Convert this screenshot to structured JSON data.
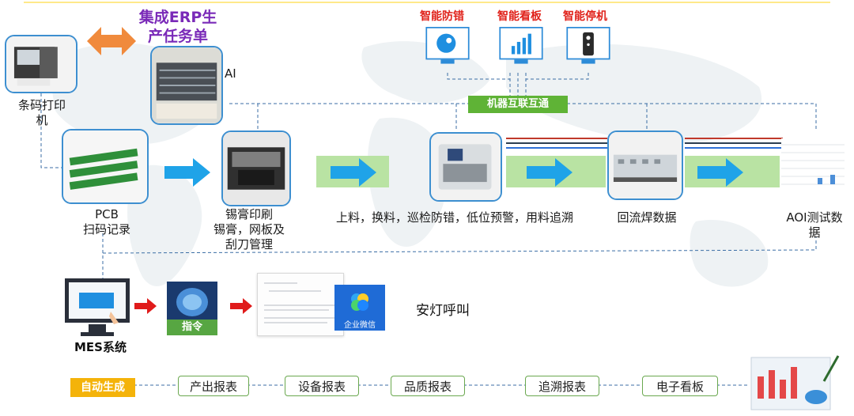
{
  "erp": {
    "title_line1": "集成ERP生",
    "title_line2": "产任务单"
  },
  "ai_label": "AI",
  "smart": {
    "anti_error": "智能防错",
    "dashboard": "智能看板",
    "stop": "智能停机"
  },
  "machine_link": "机器互联互通",
  "stations": {
    "printer": {
      "line1": "条码打印",
      "line2": "机"
    },
    "pcb": {
      "line1": "PCB",
      "line2": "扫码记录"
    },
    "solder": {
      "line1": "锡膏印刷",
      "line2": "锡膏，网板及",
      "line3": "刮刀管理"
    },
    "feeding": "上料，换料，巡检防错，低位预警，用料追溯",
    "reflow": "回流焊数据",
    "aoi": {
      "line1": "AOI测试数",
      "line2": "据"
    }
  },
  "mes": {
    "label": "MES系统",
    "command": "指令",
    "wechat": "企业微信",
    "andon": "安灯呼叫"
  },
  "reports": {
    "auto": "自动生成",
    "output": "产出报表",
    "equipment": "设备报表",
    "quality": "品质报表",
    "trace": "追溯报表",
    "board": "电子看板"
  },
  "colors": {
    "erp_purple": "#7a2ab8",
    "smart_red": "#e0221a",
    "link_green": "#5fb336",
    "band_green": "#b9e3a3",
    "arrow_blue": "#1fa3e8",
    "auto_orange": "#f4b30a",
    "frame_blue": "#3d8fd0"
  },
  "icons": [
    "double-arrow-icon",
    "brain-gear-icon",
    "bar-chart-icon",
    "remote-control-icon",
    "brain-icon",
    "wechat-icon",
    "chart-report-icon"
  ]
}
